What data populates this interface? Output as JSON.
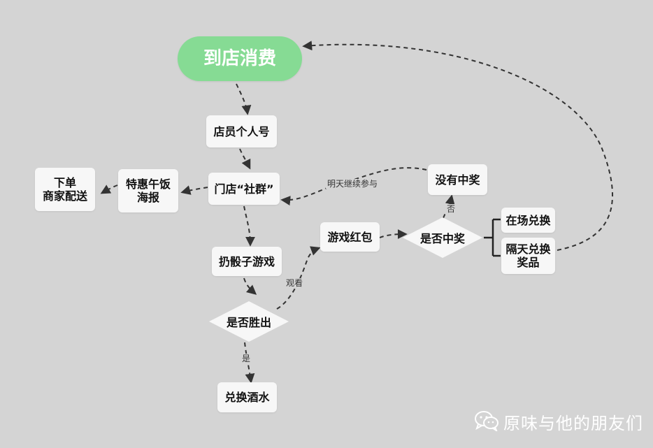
{
  "nodes": {
    "start": "到店消费",
    "staff": "店员个人号",
    "group": "门店“社群”",
    "poster": "特惠午饭\n海报",
    "order": "下单\n商家配送",
    "dice": "扔骰子游戏",
    "win_q": "是否胜出",
    "exchange_drink": "兑换酒水",
    "redpack": "游戏红包",
    "prize_q": "是否中奖",
    "no_prize": "没有中奖",
    "onsite": "在场兑换",
    "nextday": "隔天兑换\n奖品"
  },
  "edge_labels": {
    "continue": "明天继续参与",
    "watch": "观看",
    "yes": "是",
    "no": "否"
  },
  "watermark": {
    "text": "原味与他的朋友们",
    "icon": "wechat-icon"
  },
  "colors": {
    "background": "#d4d4d4",
    "start_node": "#86db94",
    "node": "#f7f7f7",
    "edge": "#333333"
  }
}
